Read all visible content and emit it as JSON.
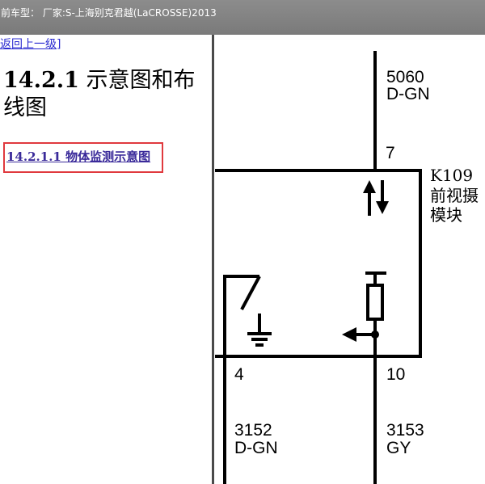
{
  "window": {
    "title": "前车型： 厂家:S-上海别克君越(LaCROSSE)2013"
  },
  "left_pane": {
    "back_link": "返回上一级]",
    "section_number": "14.2.1",
    "section_title": " 示意图和布线图",
    "sub_link": "14.2.1.1 物体监测示意图"
  },
  "diagram": {
    "top_wire": {
      "circuit": "5060",
      "color": "D-GN",
      "pin": "7"
    },
    "module": {
      "id": "K109",
      "name_line1": "前视摄",
      "name_line2": "模块"
    },
    "bottom_left_wire": {
      "pin": "4",
      "circuit": "3152",
      "color": "D-GN"
    },
    "bottom_right_wire": {
      "pin": "10",
      "circuit": "3153",
      "color": "GY"
    }
  }
}
